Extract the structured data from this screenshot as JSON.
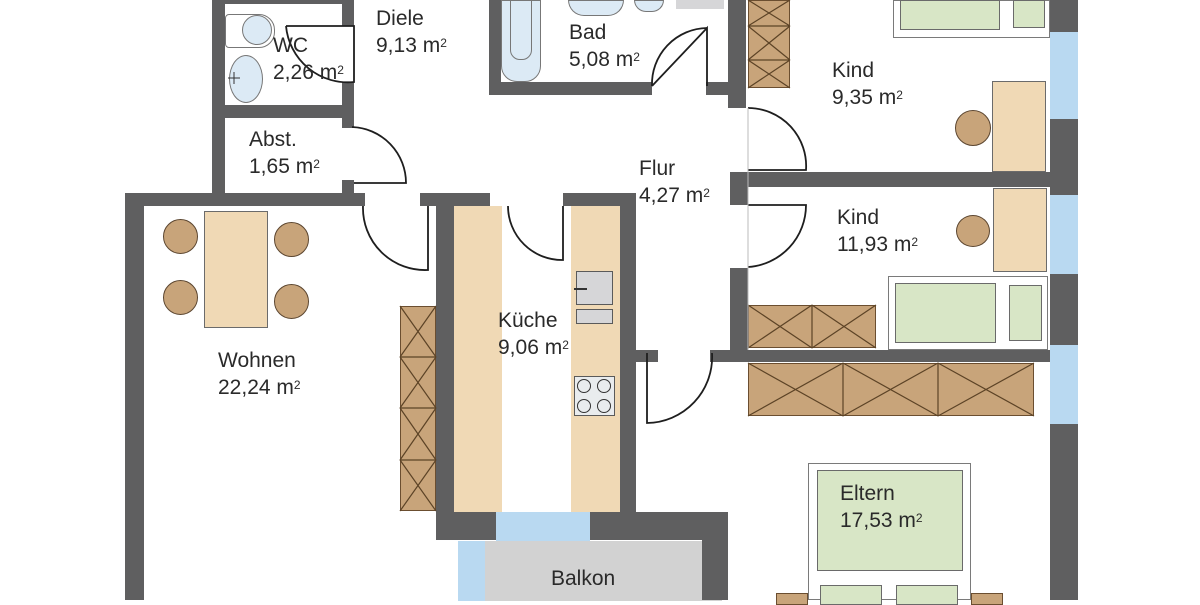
{
  "floorplan": {
    "unit": "m²",
    "colors": {
      "wall": "#5f5f60",
      "window": "#b9d9f1",
      "wood_furniture": "#c8a47a",
      "counter": "#f0d9b5",
      "bed": "#d8e6c6",
      "balcony": "#d2d2d2"
    },
    "rooms": [
      {
        "id": "wc",
        "name": "WC",
        "area": "2,26 m",
        "sup": "2"
      },
      {
        "id": "diele",
        "name": "Diele",
        "area": "9,13 m",
        "sup": "2"
      },
      {
        "id": "bad",
        "name": "Bad",
        "area": "5,08 m",
        "sup": "2"
      },
      {
        "id": "kind1",
        "name": "Kind",
        "area": "9,35 m",
        "sup": "2"
      },
      {
        "id": "abst",
        "name": "Abst.",
        "area": "1,65 m",
        "sup": "2"
      },
      {
        "id": "flur",
        "name": "Flur",
        "area": "4,27 m",
        "sup": "2"
      },
      {
        "id": "kind2",
        "name": "Kind",
        "area": "11,93 m",
        "sup": "2"
      },
      {
        "id": "kueche",
        "name": "Küche",
        "area": "9,06 m",
        "sup": "2"
      },
      {
        "id": "wohnen",
        "name": "Wohnen",
        "area": "22,24 m",
        "sup": "2"
      },
      {
        "id": "eltern",
        "name": "Eltern",
        "area": "17,53 m",
        "sup": "2"
      },
      {
        "id": "balkon",
        "name": "Balkon",
        "area": "",
        "sup": ""
      }
    ]
  }
}
